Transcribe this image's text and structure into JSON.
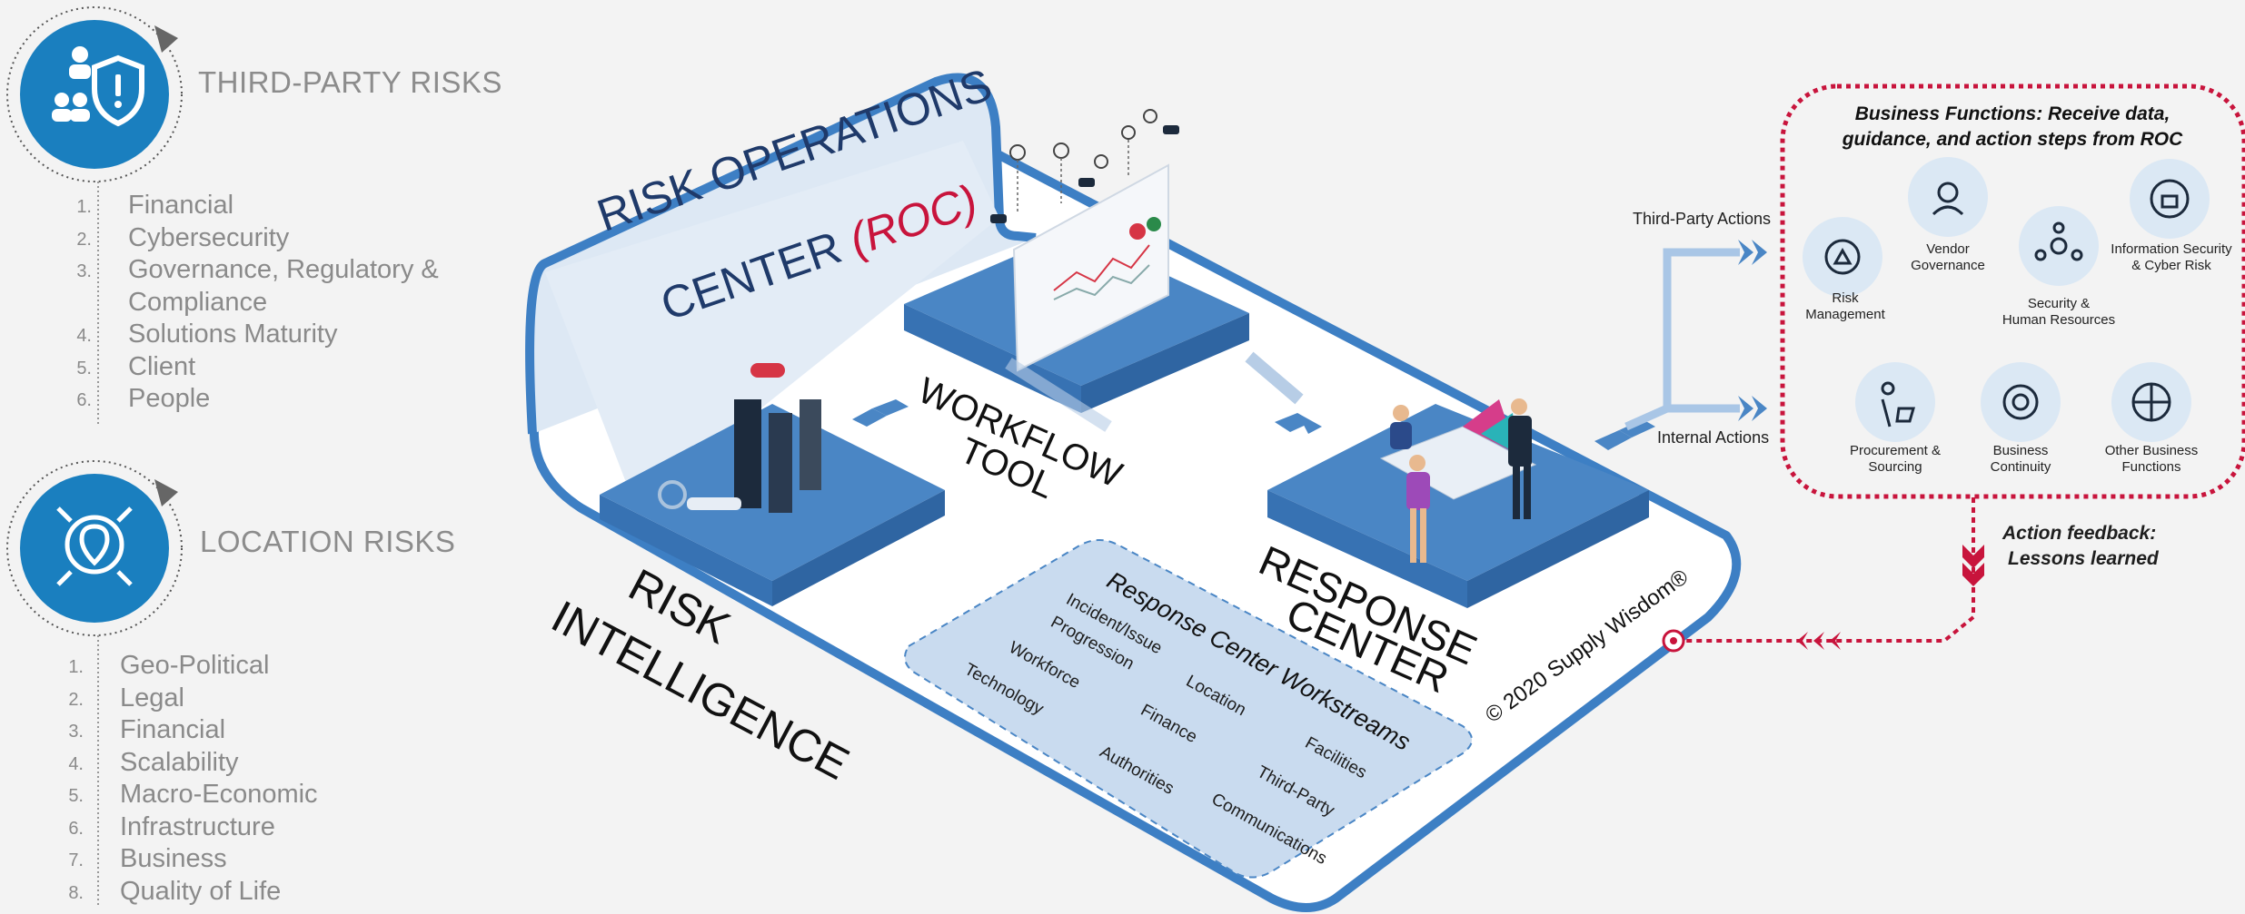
{
  "third_party": {
    "title": "THIRD-PARTY RISKS",
    "items": [
      {
        "num": "1.",
        "label": "Financial"
      },
      {
        "num": "2.",
        "label": "Cybersecurity"
      },
      {
        "num": "3.",
        "label": "Governance, Regulatory &"
      },
      {
        "num": "",
        "label": "Compliance"
      },
      {
        "num": "4.",
        "label": "Solutions Maturity"
      },
      {
        "num": "5.",
        "label": "Client"
      },
      {
        "num": "6.",
        "label": "People"
      }
    ]
  },
  "location": {
    "title": "LOCATION RISKS",
    "items": [
      {
        "num": "1.",
        "label": "Geo-Political"
      },
      {
        "num": "2.",
        "label": "Legal"
      },
      {
        "num": "3.",
        "label": "Financial"
      },
      {
        "num": "4.",
        "label": "Scalability"
      },
      {
        "num": "5.",
        "label": "Macro-Economic"
      },
      {
        "num": "6.",
        "label": "Infrastructure"
      },
      {
        "num": "7.",
        "label": "Business"
      },
      {
        "num": "8.",
        "label": "Quality of Life"
      }
    ]
  },
  "roc": {
    "line1": "RISK OPERATIONS",
    "line2": "CENTER",
    "acronym": "(ROC)"
  },
  "workflow": {
    "line1": "WORKFLOW",
    "line2": "TOOL"
  },
  "risk_intel": {
    "line1": "RISK",
    "line2": "INTELLIGENCE"
  },
  "response": {
    "line1": "RESPONSE",
    "line2": "CENTER"
  },
  "copyright": "© 2020 Supply Wisdom®",
  "workstreams": {
    "title": "Response Center Workstreams",
    "items": [
      "Incident/Issue",
      "Progression",
      "Workforce",
      "Technology",
      "Location",
      "Finance",
      "Authorities",
      "Facilities",
      "Third-Party",
      "Communications"
    ]
  },
  "actions": {
    "third_party": "Third-Party Actions",
    "internal": "Internal Actions"
  },
  "business_functions": {
    "title_line1": "Business Functions: Receive data,",
    "title_line2": "guidance, and action steps from ROC",
    "items": [
      {
        "line1": "Risk",
        "line2": "Management"
      },
      {
        "line1": "Vendor",
        "line2": "Governance"
      },
      {
        "line1": "Security &",
        "line2": "Human Resources"
      },
      {
        "line1": "Information Security",
        "line2": "& Cyber Risk"
      },
      {
        "line1": "Procurement &",
        "line2": "Sourcing"
      },
      {
        "line1": "Business",
        "line2": "Continuity"
      },
      {
        "line1": "Other Business",
        "line2": "Functions"
      }
    ]
  },
  "feedback": {
    "line1": "Action feedback:",
    "line2": "Lessons learned"
  },
  "colors": {
    "blue": "#2a7ab9",
    "platform": "#4a86c5",
    "red": "#c8143c",
    "bg": "#f3f3f3"
  }
}
